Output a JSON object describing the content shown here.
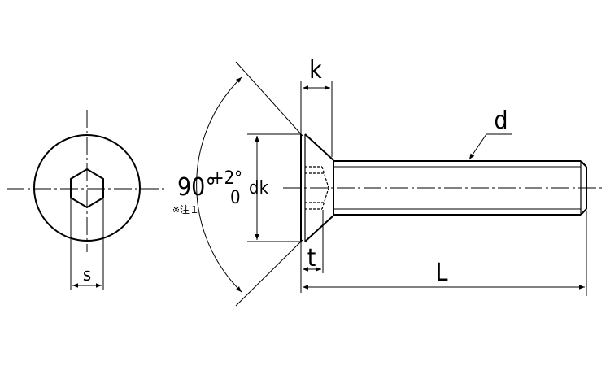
{
  "labels": {
    "k": "k",
    "d": "d",
    "angle": "90°",
    "tol_plus": "+2°",
    "tol_zero": "0",
    "dk": "dk",
    "note": "※注１",
    "t": "t",
    "s": "s",
    "L": "L"
  }
}
